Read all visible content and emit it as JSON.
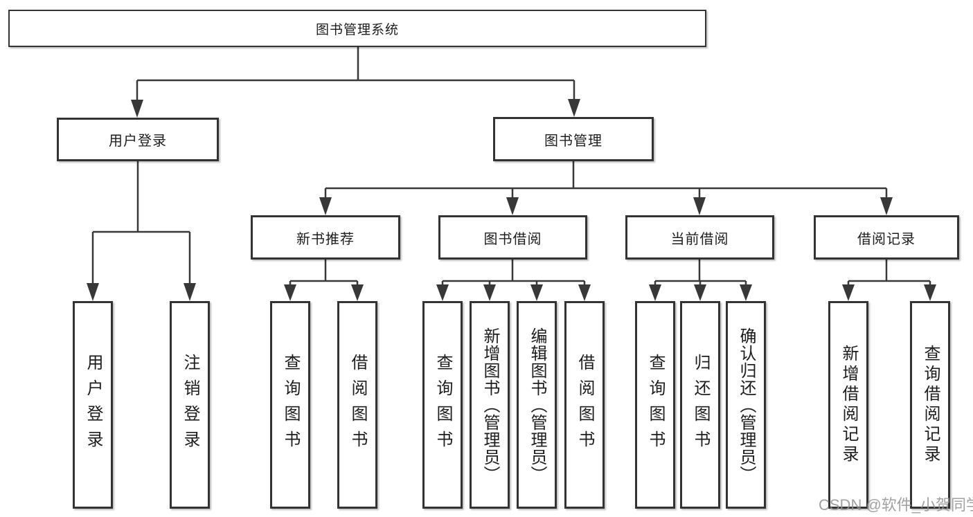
{
  "diagram": {
    "root": {
      "label": "图书管理系统"
    },
    "level2": [
      {
        "label": "用户登录"
      },
      {
        "label": "图书管理"
      }
    ],
    "level3": [
      {
        "label": "新书推荐"
      },
      {
        "label": "图书借阅"
      },
      {
        "label": "当前借阅"
      },
      {
        "label": "借阅记录"
      }
    ],
    "leaves": [
      {
        "label": "用户登录",
        "parent": "用户登录"
      },
      {
        "label": "注销登录",
        "parent": "用户登录"
      },
      {
        "label": "查询图书",
        "parent": "新书推荐"
      },
      {
        "label": "借阅图书",
        "parent": "新书推荐"
      },
      {
        "label": "查询图书",
        "parent": "图书借阅"
      },
      {
        "label": "新增图书（管理员）",
        "parent": "图书借阅"
      },
      {
        "label": "编辑图书（管理员）",
        "parent": "图书借阅"
      },
      {
        "label": "借阅图书",
        "parent": "图书借阅"
      },
      {
        "label": "查询图书",
        "parent": "当前借阅"
      },
      {
        "label": "归还图书",
        "parent": "当前借阅"
      },
      {
        "label": "确认归还（管理员）",
        "parent": "当前借阅"
      },
      {
        "label": "新增借阅记录",
        "parent": "借阅记录"
      },
      {
        "label": "查询借阅记录",
        "parent": "借阅记录"
      }
    ],
    "watermark": "CSDN @软件_小贺同学",
    "colors": {
      "line": "#383838",
      "border": "#333333",
      "text": "#1d1d1d",
      "watermark": "#949494",
      "background": "#ffffff"
    }
  }
}
